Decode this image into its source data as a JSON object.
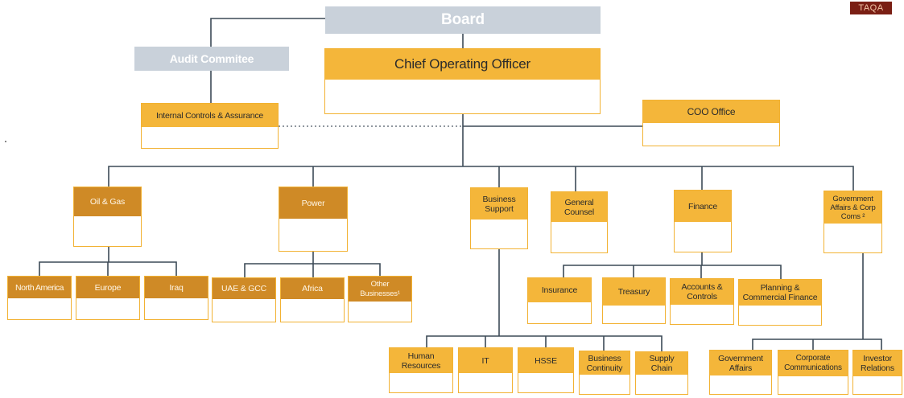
{
  "brand": "TAQA",
  "board": "Board",
  "audit_committee": "Audit Commitee",
  "coo": "Chief Operating Officer",
  "internal_controls": "Internal Controls & Assurance",
  "coo_office": "COO Office",
  "divisions": {
    "oil_gas": "Oil & Gas",
    "power": "Power",
    "business_support": "Business Support",
    "general_counsel": "General Counsel",
    "finance": "Finance",
    "gov_affairs": "Government Affairs & Corp Coms ²"
  },
  "oil_gas_units": [
    "North America",
    "Europe",
    "Iraq"
  ],
  "power_units": [
    "UAE & GCC",
    "Africa",
    "Other Businesses¹"
  ],
  "finance_units": [
    "Insurance",
    "Treasury",
    "Accounts & Controls",
    "Planning & Commercial Finance"
  ],
  "support_units": [
    "Human Resources",
    "IT",
    "HSSE",
    "Business Continuity",
    "Supply Chain"
  ],
  "gov_units": [
    "Government Affairs",
    "Corporate Communications",
    "Investor Relations"
  ],
  "colors": {
    "header_yellow": "#f4b63a",
    "header_dark_orange": "#cf8a26",
    "board_grey": "#c9d1da",
    "connector": "#3c4a57",
    "brand_red": "#7a1f14"
  }
}
